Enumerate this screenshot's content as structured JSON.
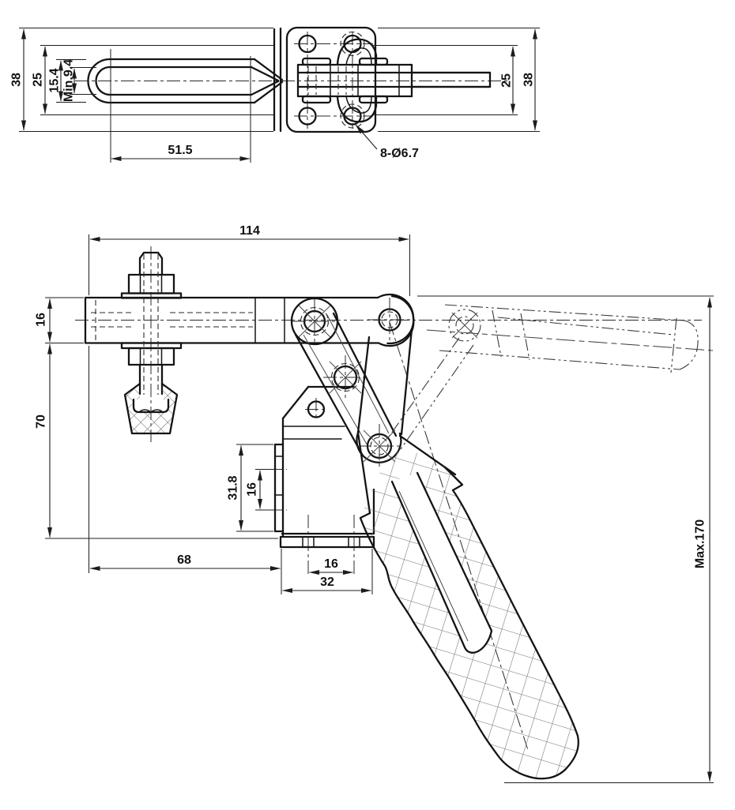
{
  "drawing": {
    "top_view": {
      "dim_38_left": "38",
      "dim_25_left": "25",
      "dim_15_4": "15.4",
      "dim_min_9_4": "Min.9.4",
      "dim_51_5": "51.5",
      "callout_holes": "8-Ø6.7",
      "dim_25_right": "25",
      "dim_38_right": "38"
    },
    "side_view": {
      "dim_114": "114",
      "dim_16_bar": "16",
      "dim_70": "70",
      "dim_31_8": "31.8",
      "dim_16_flange": "16",
      "dim_68": "68",
      "dim_16_foot": "16",
      "dim_32": "32",
      "dim_max_170": "Max.170"
    },
    "colors": {
      "line": "#141414",
      "background": "#ffffff",
      "hatch": "#6f6f6f"
    }
  }
}
